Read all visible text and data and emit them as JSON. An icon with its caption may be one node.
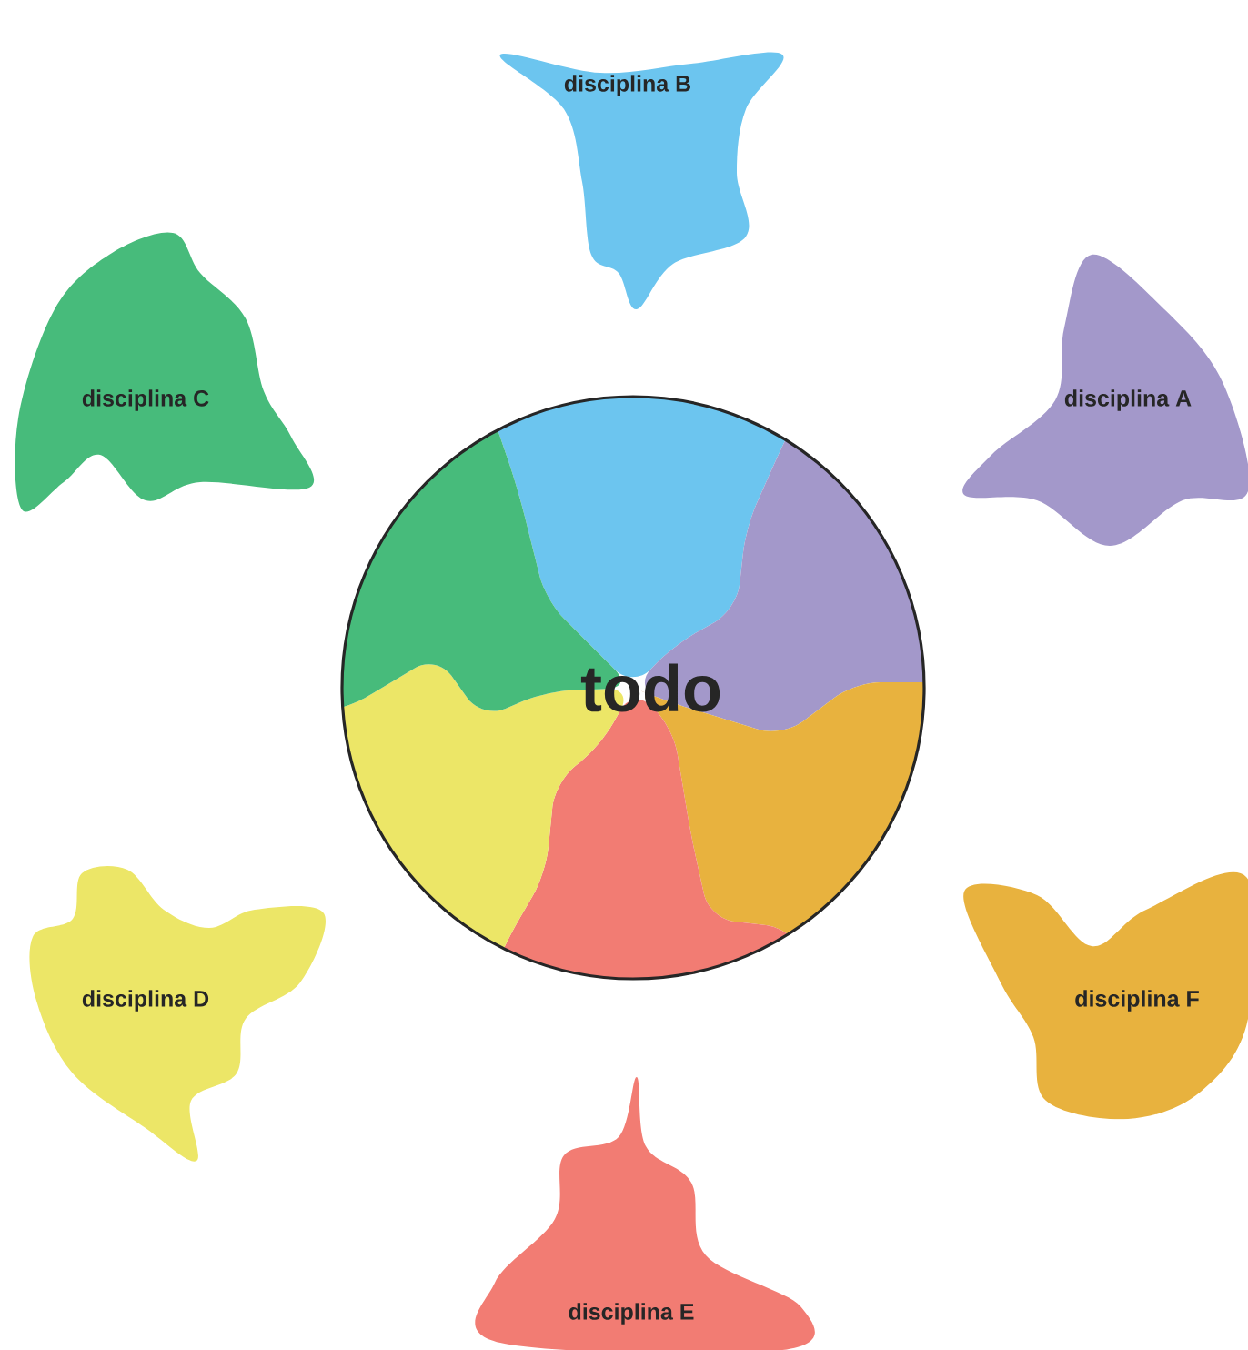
{
  "diagram": {
    "nodes": [
      {
        "text": [
          "disciplina B"
        ]
      },
      {
        "text": [
          "disciplina C"
        ]
      },
      {
        "text": [
          "disciplina A"
        ]
      },
      {
        "text": [
          "todo"
        ]
      },
      {
        "text": [
          "disciplina D"
        ]
      },
      {
        "text": [
          "disciplina F"
        ]
      },
      {
        "text": [
          "disciplina E"
        ]
      }
    ]
  }
}
